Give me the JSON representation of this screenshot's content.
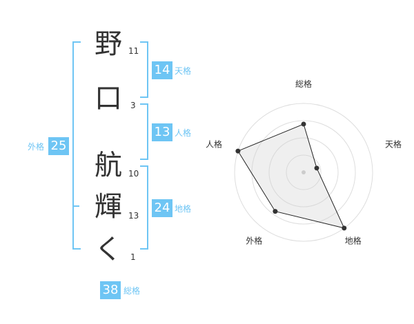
{
  "name": {
    "chars": [
      {
        "char": "野",
        "strokes": "11"
      },
      {
        "char": "口",
        "strokes": "3"
      },
      {
        "char": "航",
        "strokes": "10"
      },
      {
        "char": "輝",
        "strokes": "13"
      },
      {
        "char": "く",
        "strokes": "1"
      }
    ]
  },
  "fortunes": {
    "tenkaku": {
      "label": "天格",
      "value": "14"
    },
    "jinkaku": {
      "label": "人格",
      "value": "13"
    },
    "chikaku": {
      "label": "地格",
      "value": "24"
    },
    "gaikaku": {
      "label": "外格",
      "value": "25"
    },
    "soukaku": {
      "label": "総格",
      "value": "38"
    }
  },
  "accent_color": "#6ec5f4",
  "chart_data": {
    "type": "radar",
    "axes": [
      "総格",
      "天格",
      "地格",
      "外格",
      "人格"
    ],
    "max": 5,
    "rings": 4,
    "values": [
      3.5,
      1.0,
      5.0,
      3.5,
      5.0
    ]
  }
}
